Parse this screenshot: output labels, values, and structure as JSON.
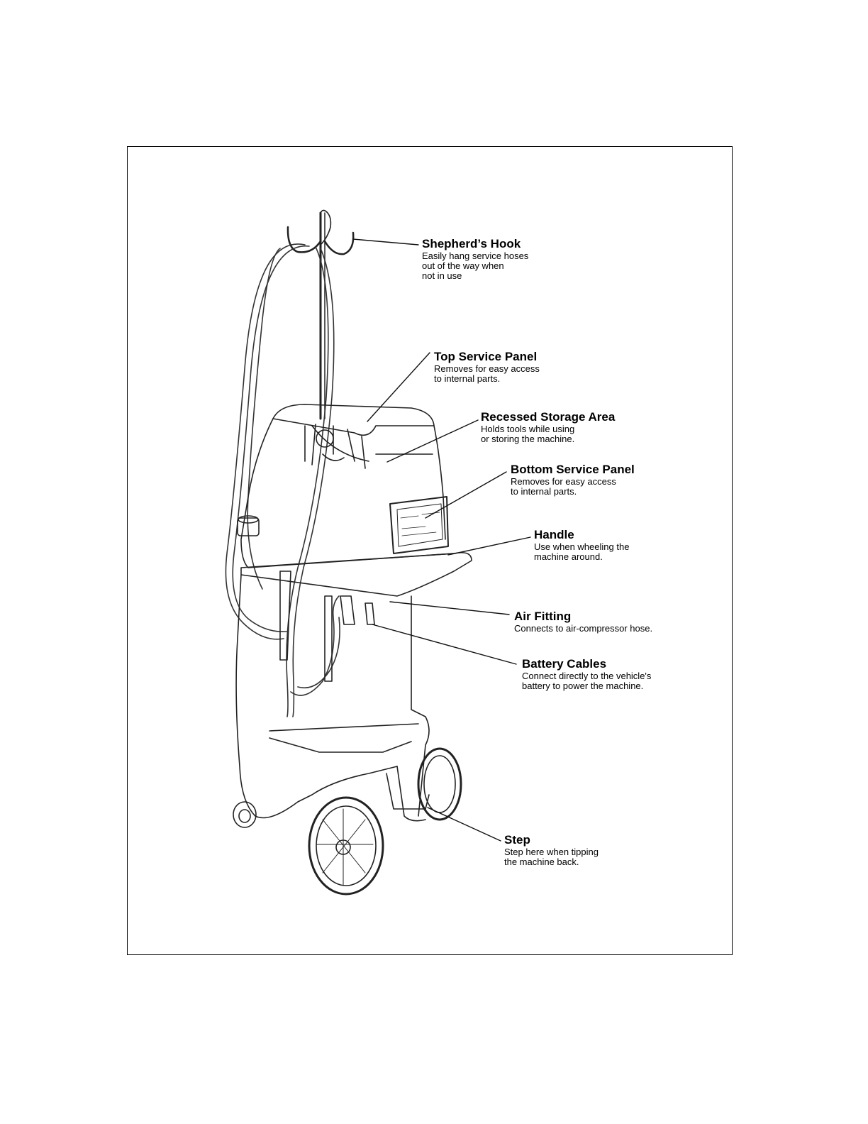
{
  "callouts": {
    "shepherds_hook": {
      "title": "Shepherd’s Hook",
      "desc": "Easily hang service hoses\nout of the way when\nnot in use"
    },
    "top_service_panel": {
      "title": "Top Service Panel",
      "desc": "Removes for easy access\nto internal parts."
    },
    "recessed_storage": {
      "title": "Recessed Storage Area",
      "desc": "Holds tools while using\nor storing the machine."
    },
    "bottom_service_panel": {
      "title": "Bottom Service Panel",
      "desc": "Removes for easy access\nto internal parts."
    },
    "handle": {
      "title": "Handle",
      "desc": "Use when wheeling the\nmachine around."
    },
    "air_fitting": {
      "title": "Air Fitting",
      "desc": "Connects to air-compressor hose."
    },
    "battery_cables": {
      "title": "Battery Cables",
      "desc": "Connect directly to the vehicle's\nbattery to power the machine."
    },
    "step": {
      "title": "Step",
      "desc": "Step here when tipping\nthe machine back."
    }
  }
}
